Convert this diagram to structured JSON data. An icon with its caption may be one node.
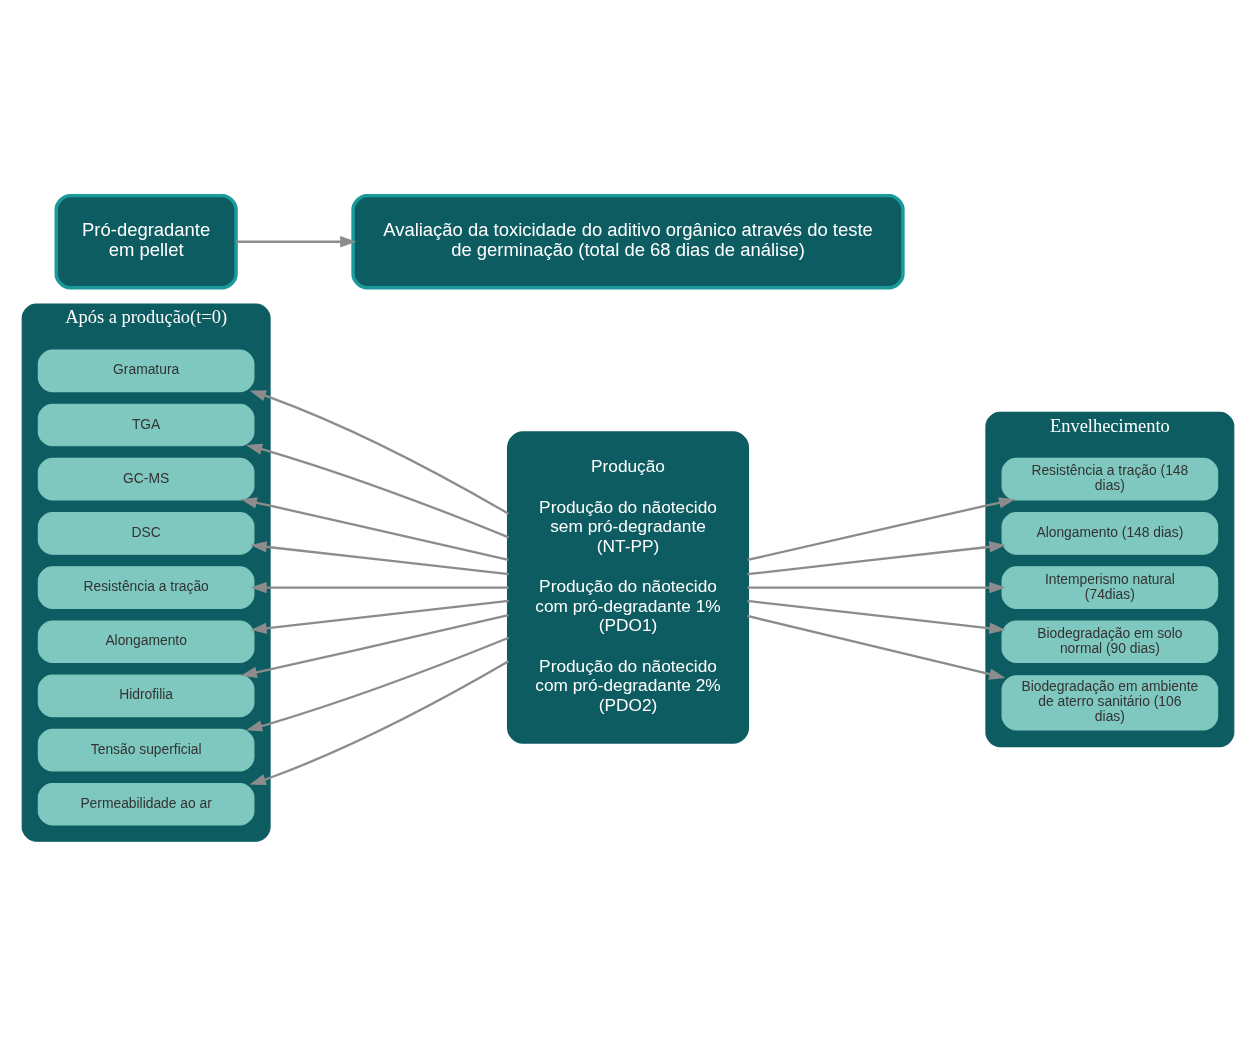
{
  "diagram": {
    "nodes": [
      {
        "text": [
          "Após a produção(t=0)"
        ]
      },
      {
        "text": [
          "Gramatura"
        ],
        "in": 0
      },
      {
        "text": [
          "TGA"
        ],
        "in": 0
      },
      {
        "text": [
          "GC-MS"
        ],
        "in": 0
      },
      {
        "text": [
          "DSC"
        ],
        "in": 0
      },
      {
        "text": [
          "Resistência a tração"
        ],
        "in": 0
      },
      {
        "text": [
          "Alongamento"
        ],
        "in": 0
      },
      {
        "text": [
          "Hidrofilia"
        ],
        "in": 0
      },
      {
        "text": [
          "Tensão superficial"
        ],
        "in": 0
      },
      {
        "text": [
          "Permeabilidade ao ar"
        ],
        "in": 0
      },
      {
        "text": [
          "Produção",
          "Produção do nãotecido sem pró-degradante (NT-PP)",
          "Produção do nãotecido com pró-degradante 1% (PDO1)",
          "Produção do nãotecido com pró-degradante 2% (PDO2)"
        ]
      },
      {
        "text": [
          "Envelhecimento"
        ]
      },
      {
        "text": [
          "Resistência a tração (148 dias)"
        ],
        "in": 11
      },
      {
        "text": [
          "Alongamento (148 dias)"
        ],
        "in": 11
      },
      {
        "text": [
          "Intemperismo natural (74dias)"
        ],
        "in": 11
      },
      {
        "text": [
          "Biodegradação em solo normal (90 dias)"
        ],
        "in": 11
      },
      {
        "text": [
          "Biodegradação em ambiente de aterro sanitário (106 dias)"
        ],
        "in": 11
      },
      {
        "text": [
          "Pró-degradante em pellet"
        ]
      },
      {
        "text": [
          "Avaliação da toxicidade do aditivo orgânico através do teste de germinação (total de 68 dias de análise)"
        ]
      }
    ],
    "edges": [
      {
        "from": 10,
        "to": 1,
        "arrow": "to"
      },
      {
        "from": 10,
        "to": 2,
        "arrow": "to"
      },
      {
        "from": 10,
        "to": 3,
        "arrow": "to"
      },
      {
        "from": 10,
        "to": 4,
        "arrow": "to"
      },
      {
        "from": 10,
        "to": 5,
        "arrow": "to"
      },
      {
        "from": 10,
        "to": 6,
        "arrow": "to"
      },
      {
        "from": 10,
        "to": 7,
        "arrow": "to"
      },
      {
        "from": 10,
        "to": 8,
        "arrow": "to"
      },
      {
        "from": 10,
        "to": 9,
        "arrow": "to"
      },
      {
        "from": 10,
        "to": 12,
        "arrow": "to"
      },
      {
        "from": 10,
        "to": 13,
        "arrow": "to"
      },
      {
        "from": 10,
        "to": 14,
        "arrow": "to"
      },
      {
        "from": 10,
        "to": 15,
        "arrow": "to"
      },
      {
        "from": 10,
        "to": 16,
        "arrow": "to"
      },
      {
        "from": 17,
        "to": 18,
        "arrow": "to"
      }
    ]
  }
}
